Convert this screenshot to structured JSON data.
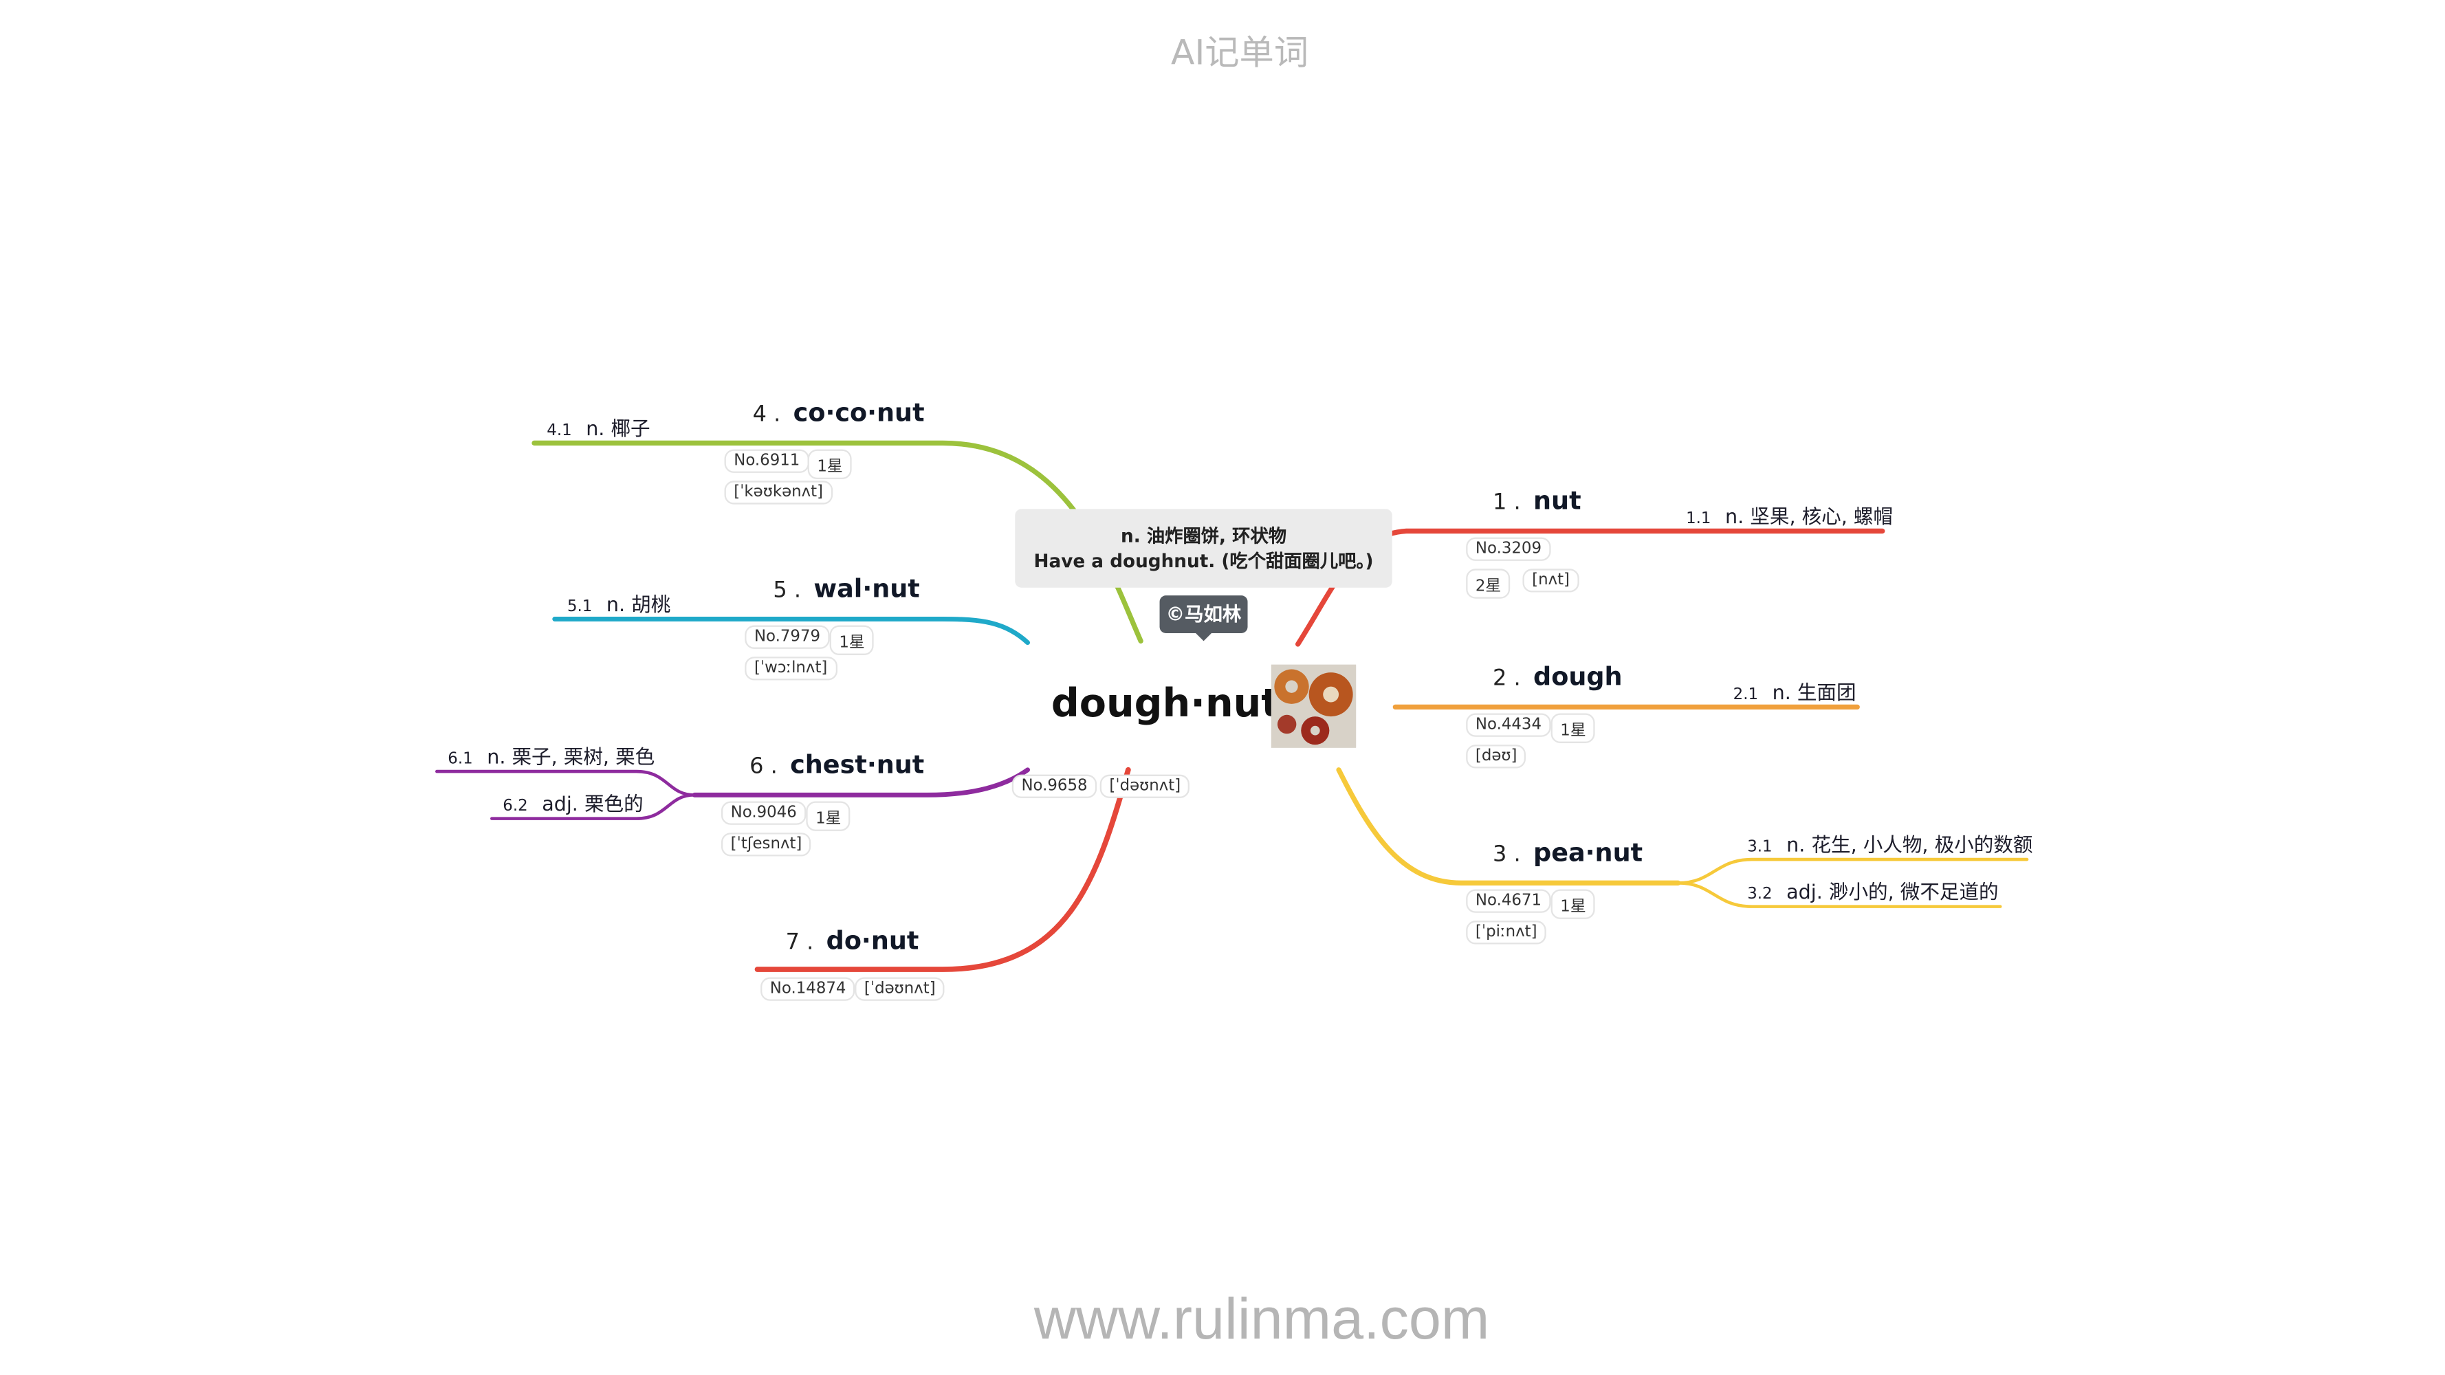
{
  "app_title": "AI记单词",
  "footer_url": "www.rulinma.com",
  "center": {
    "word": "dough·nut",
    "definition": "n. 油炸圈饼, 环状物",
    "example": "Have a doughnut. (吃个甜面圈儿吧。)",
    "copyright": "©马如林",
    "number": "No.9658",
    "phonetic": "[ˈdəʊnʌt]",
    "image_icon": "doughnut-photo"
  },
  "words": [
    {
      "index": "1 .",
      "word": "nut",
      "number": "No.3209",
      "stars": "2星",
      "phonetic": "[nʌt]",
      "color": "#e5473a",
      "senses": [
        {
          "index": "1.1",
          "text": "n. 坚果, 核心, 螺帽"
        }
      ]
    },
    {
      "index": "2 .",
      "word": "dough",
      "number": "No.4434",
      "stars": "1星",
      "phonetic": "[dəʊ]",
      "color": "#f0a03c",
      "senses": [
        {
          "index": "2.1",
          "text": "n. 生面团"
        }
      ]
    },
    {
      "index": "3 .",
      "word": "pea·nut",
      "number": "No.4671",
      "stars": "1星",
      "phonetic": "[ˈpiːnʌt]",
      "color": "#f6c93a",
      "senses": [
        {
          "index": "3.1",
          "text": "n. 花生, 小人物, 极小的数额"
        },
        {
          "index": "3.2",
          "text": "adj. 渺小的, 微不足道的"
        }
      ]
    },
    {
      "index": "4 .",
      "word": "co·co·nut",
      "number": "No.6911",
      "stars": "1星",
      "phonetic": "[ˈkəʊkənʌt]",
      "color": "#9cc23c",
      "senses": [
        {
          "index": "4.1",
          "text": "n. 椰子"
        }
      ]
    },
    {
      "index": "5 .",
      "word": "wal·nut",
      "number": "No.7979",
      "stars": "1星",
      "phonetic": "[ˈwɔːlnʌt]",
      "color": "#1fa9c9",
      "senses": [
        {
          "index": "5.1",
          "text": "n. 胡桃"
        }
      ]
    },
    {
      "index": "6 .",
      "word": "chest·nut",
      "number": "No.9046",
      "stars": "1星",
      "phonetic": "[ˈtʃesnʌt]",
      "color": "#8e2b9e",
      "senses": [
        {
          "index": "6.1",
          "text": "n. 栗子, 栗树, 栗色"
        },
        {
          "index": "6.2",
          "text": "adj. 栗色的"
        }
      ]
    },
    {
      "index": "7 .",
      "word": "do·nut",
      "number": "No.14874",
      "stars": "",
      "phonetic": "[ˈdəʊnʌt]",
      "color": "#e5473a",
      "senses": []
    }
  ]
}
